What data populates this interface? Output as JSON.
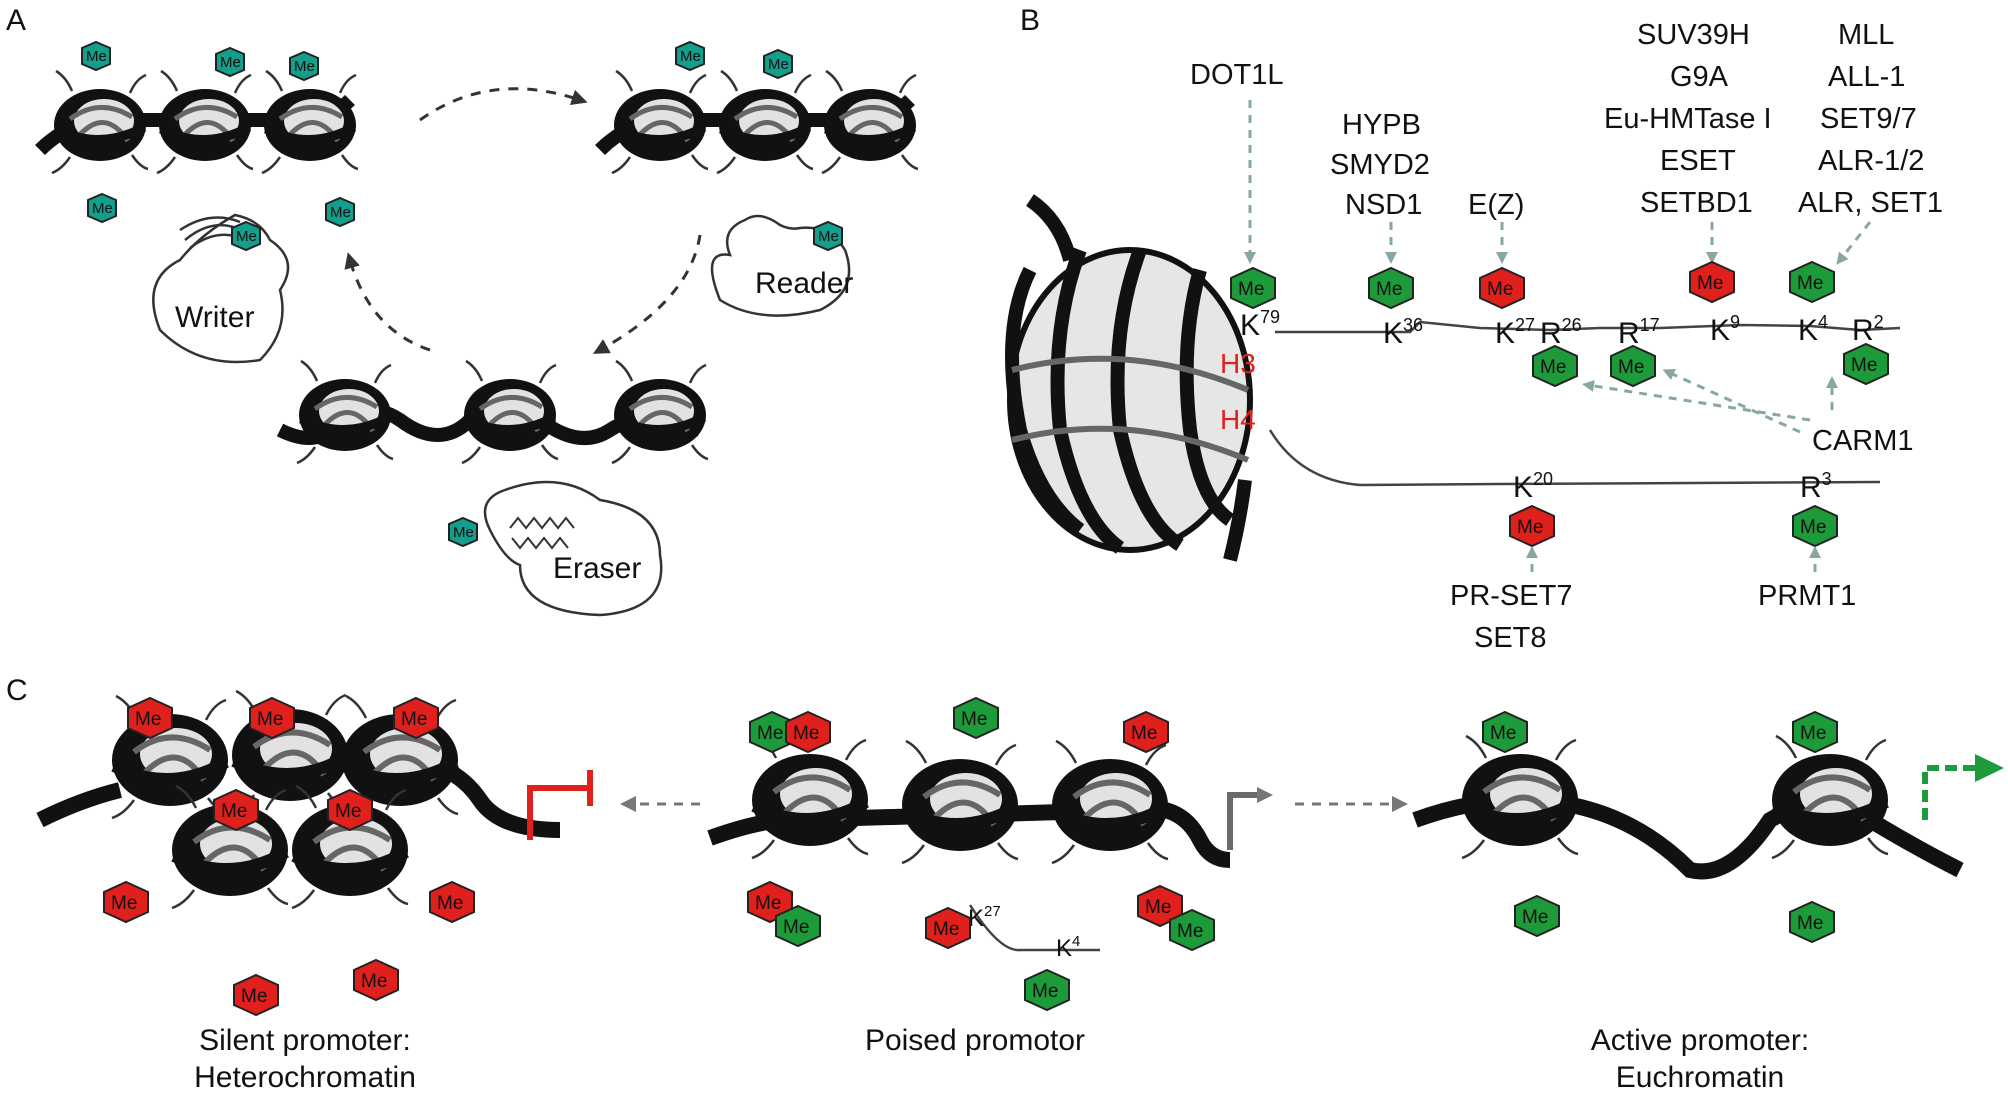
{
  "panels": {
    "a": "A",
    "b": "B",
    "c": "C"
  },
  "me_label": "Me",
  "panel_a": {
    "writer": "Writer",
    "reader": "Reader",
    "eraser": "Eraser"
  },
  "panel_b": {
    "histones": {
      "h3": "H3",
      "h4": "H4"
    },
    "enzymes": {
      "dot1l": "DOT1L",
      "hypb_group": [
        "HYPB",
        "SMYD2",
        "NSD1"
      ],
      "ez": "E(Z)",
      "suv_group": [
        "SUV39H",
        "G9A",
        "Eu-HMTase I",
        "ESET",
        "SETBD1"
      ],
      "mll_group": [
        "MLL",
        "ALL-1",
        "SET9/7",
        "ALR-1/2",
        "ALR, SET1"
      ],
      "carm1": "CARM1",
      "prset_group": [
        "PR-SET7",
        "SET8"
      ],
      "prmt1": "PRMT1"
    },
    "residues": {
      "k79": {
        "base": "K",
        "num": "79"
      },
      "k36": {
        "base": "K",
        "num": "36"
      },
      "k27": {
        "base": "K",
        "num": "27"
      },
      "r26": {
        "base": "R",
        "num": "26"
      },
      "r17": {
        "base": "R",
        "num": "17"
      },
      "k9": {
        "base": "K",
        "num": "9"
      },
      "k4": {
        "base": "K",
        "num": "4"
      },
      "r2": {
        "base": "R",
        "num": "2"
      },
      "k20": {
        "base": "K",
        "num": "20"
      },
      "r3": {
        "base": "R",
        "num": "3"
      }
    }
  },
  "panel_c": {
    "silent": [
      "Silent promoter:",
      "Heterochromatin"
    ],
    "poised": "Poised promotor",
    "active": [
      "Active promoter:",
      "Euchromatin"
    ],
    "k27": {
      "base": "K",
      "num": "27"
    },
    "k4": {
      "base": "K",
      "num": "4"
    }
  },
  "colors": {
    "teal": "#149e8c",
    "green": "#1d9b3a",
    "red": "#e0201c",
    "dashed_arrow": "#87a8a2",
    "grey_arrow": "#6a6a6a"
  }
}
